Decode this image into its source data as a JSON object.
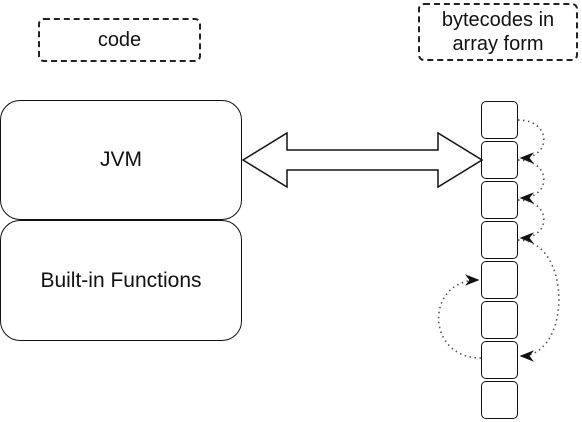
{
  "labels": {
    "code": "code",
    "bytecodes_line1": "bytecodes in",
    "bytecodes_line2": "array form"
  },
  "blocks": {
    "jvm": "JVM",
    "builtin": "Built-in Functions"
  },
  "array": {
    "cell_count": 8
  },
  "connections": [
    {
      "from": "jvm-block",
      "to": "bytecode-array",
      "style": "double-headed hollow arrow"
    },
    {
      "from": "cell-1",
      "to": "cell-2",
      "style": "dotted jump arrow"
    },
    {
      "from": "cell-2",
      "to": "cell-3",
      "style": "dotted jump arrow"
    },
    {
      "from": "cell-3",
      "to": "cell-4",
      "style": "dotted jump arrow"
    },
    {
      "from": "cell-4",
      "to": "cell-7",
      "style": "dotted jump arrow"
    },
    {
      "from": "cell-7",
      "to": "cell-5",
      "style": "dotted jump arrow"
    }
  ],
  "colors": {
    "stroke": "#111111",
    "background": "#ffffff"
  }
}
